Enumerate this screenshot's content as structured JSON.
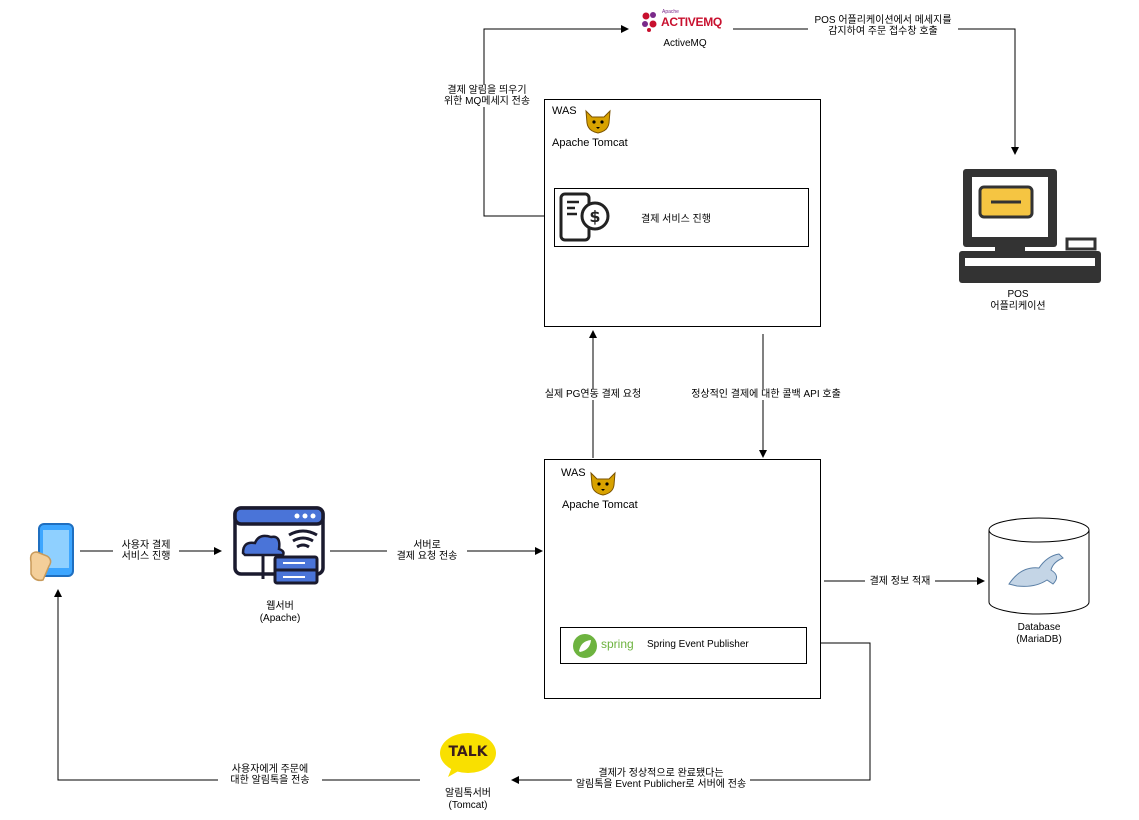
{
  "nodes": {
    "activemq": {
      "logo_small": "Apache",
      "logo_text": "ACTIVEMQ",
      "label": "ActiveMQ"
    },
    "was_top": {
      "title": "WAS",
      "server": "Apache Tomcat",
      "inner": "결제 서비스 진행"
    },
    "was_bottom": {
      "title": "WAS",
      "server": "Apache Tomcat",
      "inner": "Spring Event Publisher",
      "spring": "spring"
    },
    "pos": {
      "label": "POS\n어플리케이션"
    },
    "webserver": {
      "label": "웹서버\n(Apache)"
    },
    "database": {
      "label": "Database\n(MariaDB)"
    },
    "talk": {
      "logo_text": "TALK",
      "label": "알림톡서버\n(Tomcat)"
    }
  },
  "edges": {
    "user_to_web": "사용자 결제\n서비스 진행",
    "web_to_was": "서버로\n결제 요청 전송",
    "was_to_pg": "실제 PG연동 결제 요청",
    "callback": "정상적인 결제에 대한 콜백 API 호출",
    "was_to_mq": "결제 알림을 띄우기\n위한 MQ메세지 전송",
    "mq_to_pos": "POS 어플리케이션에서 메세지를\n감지하여 주문 접수창 호출",
    "was_to_db": "결제 정보 적재",
    "publisher_to_talk": "결제가 정상적으로 완료됐다는\n알림톡을 Event Publicher로 서버에 전송",
    "talk_to_user": "사용자에게 주문에\n대한 알림톡을 전송"
  },
  "colors": {
    "activemq_red": "#c8102e",
    "activemq_purple": "#7a2a8a",
    "tomcat": "#d8a200",
    "spring_green": "#6db33f",
    "talk_yellow": "#f9e000",
    "pos_yellow": "#f5c542",
    "web_blue": "#4a74d8",
    "phone_blue": "#3da6ff",
    "hand": "#f4cf9a"
  }
}
